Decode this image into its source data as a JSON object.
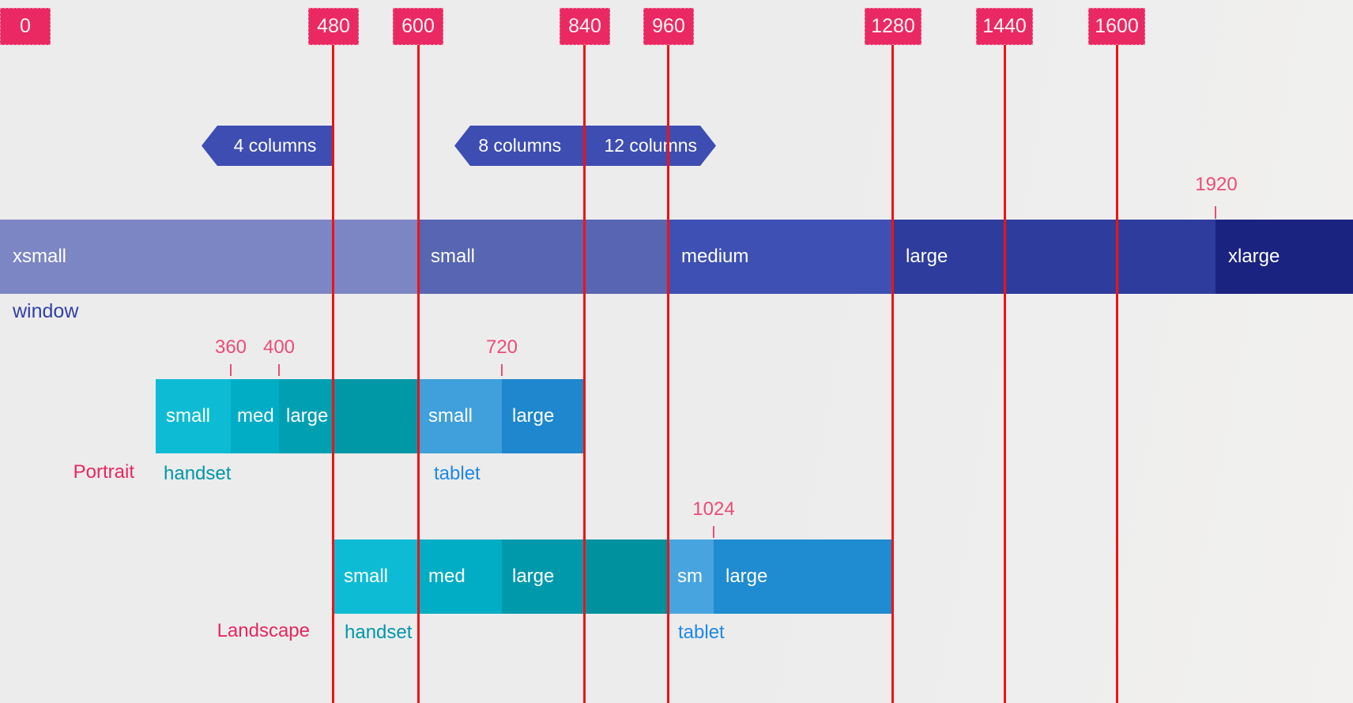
{
  "top_badges": [
    "0",
    "480",
    "600",
    "840",
    "960",
    "1280",
    "1440",
    "1600"
  ],
  "columns": {
    "four": "4 columns",
    "eight": "8 columns",
    "twelve": "12 columns"
  },
  "marker_1920": "1920",
  "window": {
    "caption": "window",
    "segments": {
      "xsmall": "xsmall",
      "small": "small",
      "medium": "medium",
      "large": "large",
      "xlarge": "xlarge"
    }
  },
  "portrait": {
    "caption": "Portrait",
    "ticks": {
      "t360": "360",
      "t400": "400",
      "t720": "720"
    },
    "handset": {
      "caption": "handset",
      "small": "small",
      "med": "med",
      "large": "large"
    },
    "tablet": {
      "caption": "tablet",
      "small": "small",
      "large": "large"
    }
  },
  "landscape": {
    "caption": "Landscape",
    "ticks": {
      "t1024": "1024"
    },
    "handset": {
      "caption": "handset",
      "small": "small",
      "med": "med",
      "large": "large"
    },
    "tablet": {
      "caption": "tablet",
      "sm": "sm",
      "large": "large"
    }
  },
  "colors": {
    "background": "#EDEDED",
    "badge_pink": "#EA2963",
    "guide_line_red": "#F21212",
    "tick_pink": "#EC4C77",
    "section_caption_pink": "#E72762",
    "columns_flag_blue": "#3E4DB2",
    "window_xsmall": "#7C86C4",
    "window_small": "#5765B2",
    "window_medium": "#3E50B4",
    "window_large": "#2E3C9E",
    "window_xlarge": "#1B2380",
    "window_caption_blue": "#3240A4",
    "handset_caption_teal": "#0097A7",
    "tablet_caption_blue": "#1E88E5",
    "handset_small_cyan": "#0DBCD4",
    "handset_med_cyan": "#00ADC4",
    "handset_large_teal": "#00A0B2",
    "handset_ext_teal": "#0097A7",
    "landscape_handset_large_teal": "#0099AB",
    "landscape_handset_ext_teal": "#00919F",
    "tablet_small_blue": "#3FA0DB",
    "tablet_large_blue": "#1E87CD",
    "landscape_tablet_sm_blue": "#48A4DF",
    "landscape_tablet_large_blue": "#1F8BD0"
  }
}
